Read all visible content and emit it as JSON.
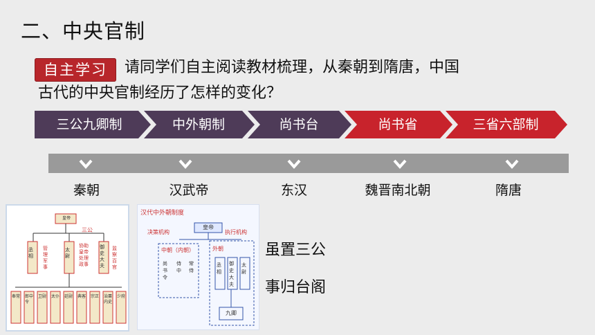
{
  "heading": "二、中央官制",
  "stamp": "自主学习",
  "question_line1": "请同学们自主阅读教材梳理，从秦朝到隋唐，中国",
  "question_line2": "古代的中央官制经历了怎样的变化？",
  "stages": [
    {
      "label": "三公九卿制",
      "color": "#4e3b58"
    },
    {
      "label": "中外朝制",
      "color": "#4e3b58"
    },
    {
      "label": "尚书台",
      "color": "#4e3b58"
    },
    {
      "label": "尚书省",
      "color": "#c8232c"
    },
    {
      "label": "三省六部制",
      "color": "#c8232c"
    }
  ],
  "eras": [
    "秦朝",
    "汉武帝",
    "东汉",
    "魏晋南北朝",
    "隋唐"
  ],
  "note1": "虽置三公",
  "note2": "事归台阁",
  "diagram1": {
    "top": "皇帝",
    "side": "三公",
    "mid": [
      "丞相",
      "太尉",
      "御史大夫"
    ],
    "mid_desc": [
      "管理军事",
      "协助皇帝处理政事",
      "监察百官"
    ],
    "bottom": [
      "奉常",
      "郎中令",
      "卫尉",
      "太仆",
      "廷尉",
      "典客",
      "宗正",
      "治粟内史",
      "少府"
    ]
  },
  "diagram2": {
    "title": "汉代中外朝制度",
    "top": "皇帝",
    "left_label": "决策机构",
    "right_label": "执行机构",
    "inner": "中朝（内朝）",
    "outer": "外朝",
    "inner_items": [
      "尚书令",
      "侍中",
      "常侍"
    ],
    "outer_items": [
      "丞相",
      "御史大夫",
      "太尉"
    ],
    "bottom": "九卿"
  }
}
